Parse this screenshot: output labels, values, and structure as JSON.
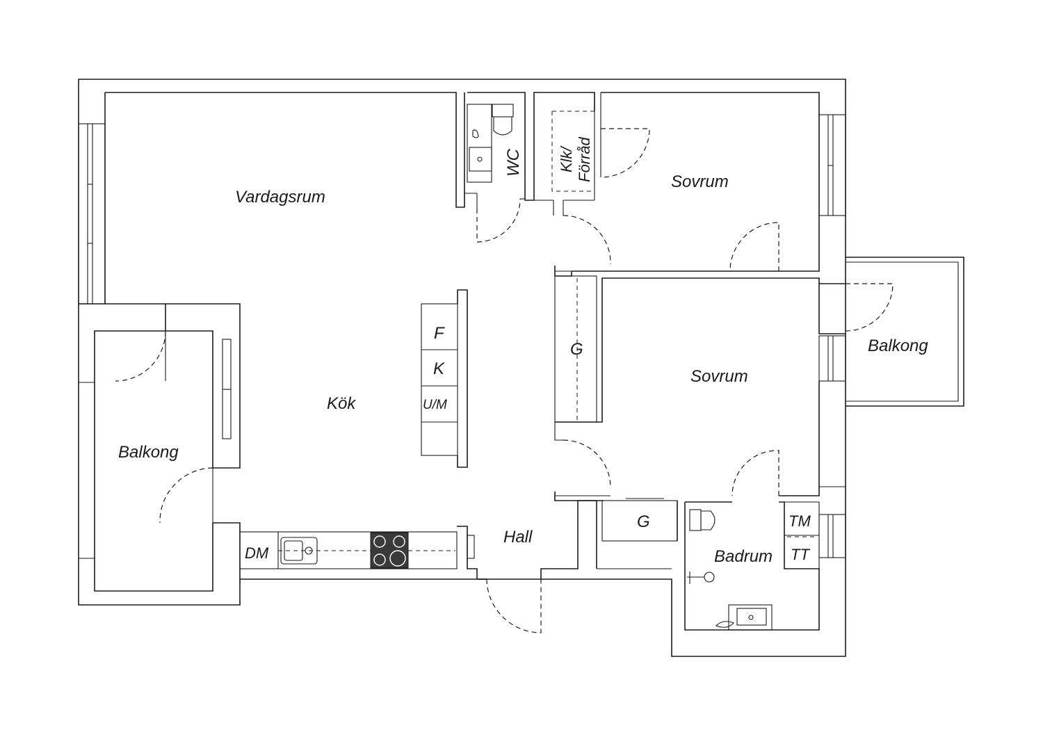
{
  "rooms": {
    "vardagsrum": "Vardagsrum",
    "kok": "Kök",
    "hall": "Hall",
    "wc": "WC",
    "klk_line1": "Klk/",
    "klk_line2": "Förråd",
    "sovrum_1": "Sovrum",
    "sovrum_2": "Sovrum",
    "balkong_left": "Balkong",
    "balkong_right": "Balkong",
    "badrum": "Badrum"
  },
  "fixtures": {
    "fridge": "F",
    "freezer": "K",
    "oven": "U/M",
    "dishwasher": "DM",
    "wardrobe_1": "G",
    "wardrobe_2": "G",
    "washer": "TM",
    "dryer": "TT"
  },
  "icons": [
    "toilet-icon",
    "sink-icon",
    "stove-icon",
    "shower-icon",
    "window-icon",
    "door-swing-icon"
  ],
  "colors": {
    "line": "#1a1a1a",
    "background": "#ffffff",
    "stove": "#3a3a3a"
  }
}
